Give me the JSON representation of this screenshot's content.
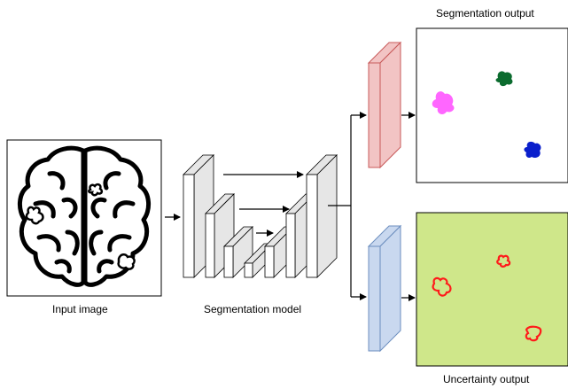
{
  "labels": {
    "input": "Input image",
    "model": "Segmentation model",
    "seg_output": "Segmentation output",
    "unc_output": "Uncertainty output"
  },
  "colors": {
    "seg_head": "#f2c4c4",
    "seg_head_stroke": "#c85a5a",
    "unc_head": "#c9d8ef",
    "unc_head_stroke": "#6c8ebf",
    "unc_background": "#cfe78a",
    "blob_magenta": "#ff66ff",
    "blob_green": "#0b6b2e",
    "blob_blue": "#0a1fcc",
    "uncertainty_outline": "#ff1a1a",
    "block_fill": "#ffffff",
    "block_side": "#e6e6e6",
    "line": "#000000"
  },
  "icons": {
    "input_image": "brain-icon"
  }
}
